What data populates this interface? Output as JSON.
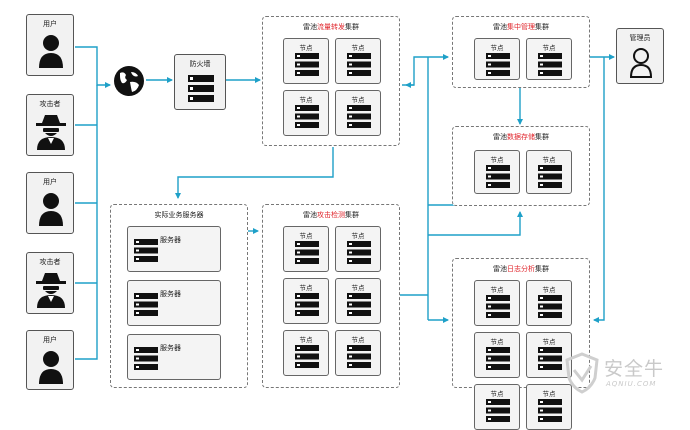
{
  "actors": [
    {
      "label": "用户",
      "kind": "user"
    },
    {
      "label": "攻击者",
      "kind": "attacker"
    },
    {
      "label": "用户",
      "kind": "user"
    },
    {
      "label": "攻击者",
      "kind": "attacker"
    },
    {
      "label": "用户",
      "kind": "user"
    }
  ],
  "internet": {
    "icon": "globe-icon"
  },
  "firewall": {
    "label": "防火墙"
  },
  "admin": {
    "label": "管理员"
  },
  "clusters": {
    "forward": {
      "prefix": "雷池",
      "highlight": "流量转发",
      "suffix": "集群",
      "nodes": [
        "节点",
        "节点",
        "节点",
        "节点"
      ]
    },
    "management": {
      "prefix": "雷池",
      "highlight": "集中管理",
      "suffix": "集群",
      "nodes": [
        "节点",
        "节点"
      ]
    },
    "storage": {
      "prefix": "雷池",
      "highlight": "数据存储",
      "suffix": "集群",
      "nodes": [
        "节点",
        "节点"
      ]
    },
    "detection": {
      "prefix": "雷池",
      "highlight": "攻击检测",
      "suffix": "集群",
      "nodes": [
        "节点",
        "节点",
        "节点",
        "节点",
        "节点",
        "节点"
      ]
    },
    "log": {
      "prefix": "雷池",
      "highlight": "日志分析",
      "suffix": "集群",
      "nodes": [
        "节点",
        "节点",
        "节点",
        "节点",
        "节点",
        "节点"
      ]
    }
  },
  "business": {
    "title": "实际业务服务器",
    "servers": [
      "服务器",
      "服务器",
      "服务器"
    ]
  },
  "watermark": {
    "text": "安全牛",
    "sub": "AQNIU.COM"
  },
  "colors": {
    "arrow": "#1ea0c8",
    "highlight": "#e0242b",
    "border": "#555555"
  }
}
